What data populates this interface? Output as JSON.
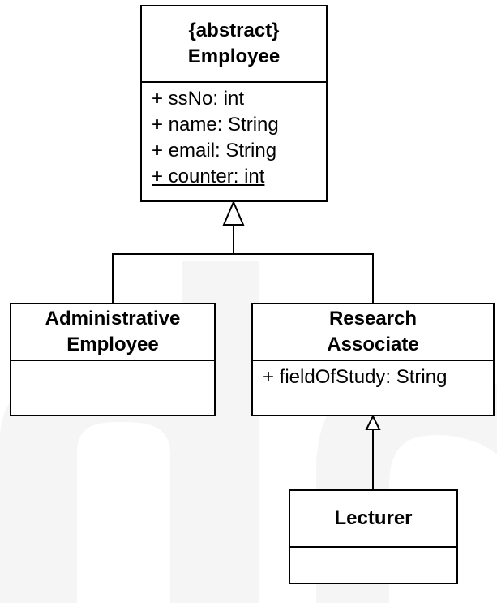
{
  "diagram": {
    "classes": {
      "employee": {
        "stereotype": "{abstract}",
        "name": "Employee",
        "attributes": [
          "+ ssNo: int",
          "+ name: String",
          "+ email: String",
          "+ counter: int"
        ]
      },
      "administrative_employee": {
        "name_line1": "Administrative",
        "name_line2": "Employee"
      },
      "research_associate": {
        "name_line1": "Research",
        "name_line2": "Associate",
        "attributes": [
          "+ fieldOfStudy: String"
        ]
      },
      "lecturer": {
        "name": "Lecturer"
      }
    },
    "relationships": [
      {
        "type": "generalization",
        "from": "Administrative Employee",
        "to": "Employee"
      },
      {
        "type": "generalization",
        "from": "Research Associate",
        "to": "Employee"
      },
      {
        "type": "generalization",
        "from": "Lecturer",
        "to": "Research Associate"
      }
    ],
    "colors": {
      "stroke": "#000000",
      "fill": "#ffffff",
      "watermark": "#f4f4f4"
    }
  }
}
